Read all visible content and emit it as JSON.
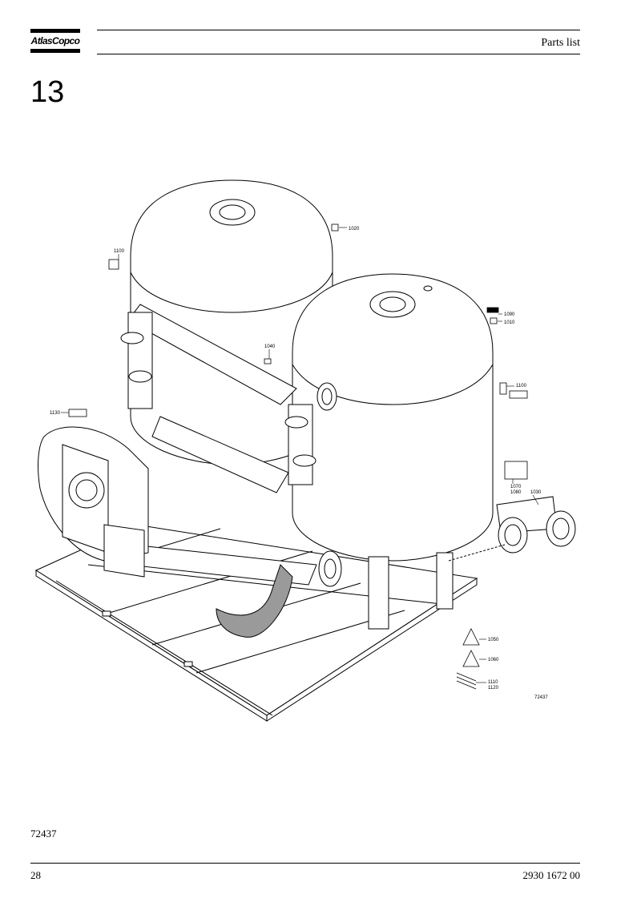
{
  "header": {
    "brand": "AtlasCopco",
    "title": "Parts list"
  },
  "chapter": "13",
  "drawing": {
    "image_number": "72437",
    "callouts": [
      {
        "id": "c1020",
        "label": "1020"
      },
      {
        "id": "c1100a",
        "label": "1100"
      },
      {
        "id": "c1040",
        "label": "1040"
      },
      {
        "id": "c1090",
        "label": "1090"
      },
      {
        "id": "c1010",
        "label": "1010"
      },
      {
        "id": "c1100b",
        "label": "1100"
      },
      {
        "id": "c1130",
        "label": "1130"
      },
      {
        "id": "c1070",
        "label": "1070"
      },
      {
        "id": "c1080",
        "label": "1080"
      },
      {
        "id": "c1030",
        "label": "1030"
      },
      {
        "id": "c1050",
        "label": "1050"
      },
      {
        "id": "c1060",
        "label": "1060"
      },
      {
        "id": "c1110",
        "label": "1110"
      },
      {
        "id": "c1120",
        "label": "1120"
      }
    ]
  },
  "footer": {
    "drawing_ref": "72437",
    "page": "28",
    "document_number": "2930 1672 00"
  }
}
